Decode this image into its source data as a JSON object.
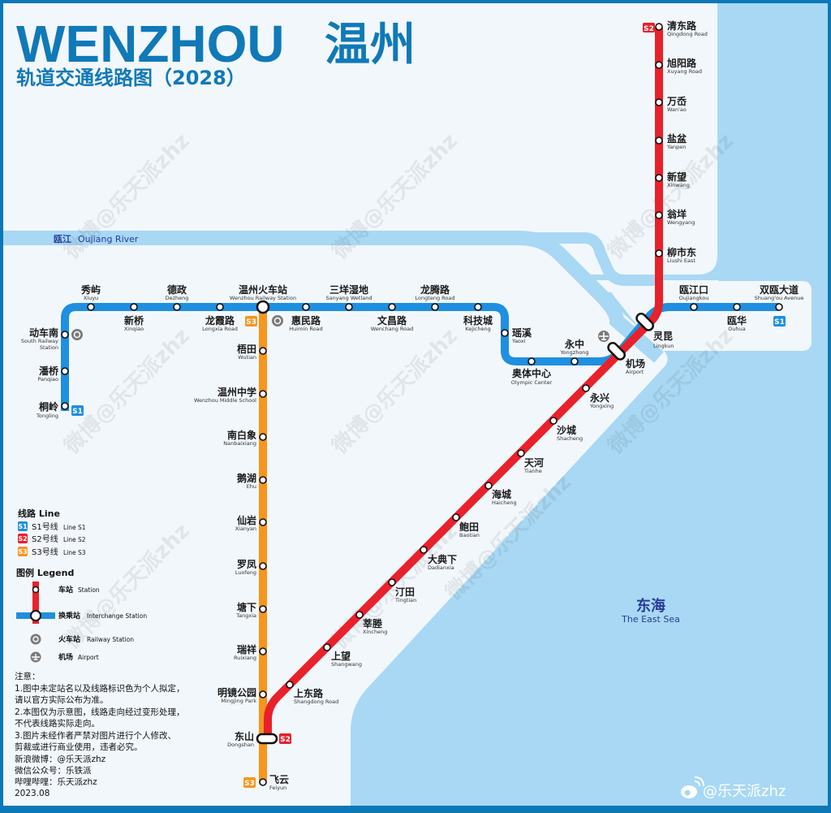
{
  "header": {
    "title_en": "WENZHOU",
    "title_cn": "温州",
    "subtitle": "轨道交通线路图（2028）"
  },
  "colors": {
    "frame": "#0c78b8",
    "land": "#f2f7fc",
    "water": "#a8d8f4",
    "title": "#1079b7",
    "line_s1": "#1f8fe0",
    "line_s2": "#e8212a",
    "line_s3": "#f7951d",
    "water_label": "#2b3a9a",
    "icon_gray": "#7a7a7a"
  },
  "geo": {
    "river": {
      "cn": "瓯江",
      "en": "Oujiang River"
    },
    "sea": {
      "cn": "东海",
      "en": "The East Sea"
    }
  },
  "lines": {
    "s1": {
      "badge": "S1",
      "stations": [
        {
          "cn": "桐岭",
          "en": "Tongling"
        },
        {
          "cn": "潘桥",
          "en": "Panqiao"
        },
        {
          "cn": "动车南",
          "en": "South Railway",
          "en2": "Station"
        },
        {
          "cn": "秀屿",
          "en": "Xiuyu"
        },
        {
          "cn": "新桥",
          "en": "Xinqiao"
        },
        {
          "cn": "德政",
          "en": "Dezheng"
        },
        {
          "cn": "龙霞路",
          "en": "Longxia Road"
        },
        {
          "cn": "温州火车站",
          "en": "Wenzhou Railway Station"
        },
        {
          "cn": "惠民路",
          "en": "Huimin Road"
        },
        {
          "cn": "三垟湿地",
          "en": "Sanyang Wetland"
        },
        {
          "cn": "文昌路",
          "en": "Wenchang Road"
        },
        {
          "cn": "龙腾路",
          "en": "Longteng Road"
        },
        {
          "cn": "科技城",
          "en": "Kejicheng"
        },
        {
          "cn": "瑶溪",
          "en": "Yaoxi"
        },
        {
          "cn": "奥体中心",
          "en": "Olympic Center"
        },
        {
          "cn": "永中",
          "en": "Yongzhong"
        },
        {
          "cn": "机场",
          "en": "Airport"
        },
        {
          "cn": "灵昆",
          "en": "Lingkun"
        },
        {
          "cn": "瓯江口",
          "en": "Oujiangkou"
        },
        {
          "cn": "瓯华",
          "en": "Ouhua"
        },
        {
          "cn": "双瓯大道",
          "en": "Shuang'ou Avenue"
        }
      ]
    },
    "s2": {
      "badge": "S2",
      "stations": [
        {
          "cn": "清东路",
          "en": "Qingdong Road"
        },
        {
          "cn": "旭阳路",
          "en": "Xuyang Road"
        },
        {
          "cn": "万岙",
          "en": "Wan'ao"
        },
        {
          "cn": "盐盆",
          "en": "Yanpen"
        },
        {
          "cn": "新望",
          "en": "Xinwang"
        },
        {
          "cn": "翁垟",
          "en": "Wengyang"
        },
        {
          "cn": "柳市东",
          "en": "Liushi East"
        },
        {
          "cn": "灵昆",
          "en": "Lingkun"
        },
        {
          "cn": "机场",
          "en": "Airport"
        },
        {
          "cn": "永兴",
          "en": "Yongxing"
        },
        {
          "cn": "沙城",
          "en": "Shacheng"
        },
        {
          "cn": "天河",
          "en": "Tianhe"
        },
        {
          "cn": "海城",
          "en": "Haicheng"
        },
        {
          "cn": "鲍田",
          "en": "Baotian"
        },
        {
          "cn": "大典下",
          "en": "Dadianxia"
        },
        {
          "cn": "汀田",
          "en": "Tingtian"
        },
        {
          "cn": "莘塍",
          "en": "Xincheng"
        },
        {
          "cn": "上望",
          "en": "Shangwang"
        },
        {
          "cn": "上东路",
          "en": "Shangdong Road"
        },
        {
          "cn": "东山",
          "en": "Dongshan"
        }
      ]
    },
    "s3": {
      "badge": "S3",
      "stations": [
        {
          "cn": "温州火车站",
          "en": "Wenzhou Railway Station"
        },
        {
          "cn": "梧田",
          "en": "Wutian"
        },
        {
          "cn": "温州中学",
          "en": "Wenzhou Middle School"
        },
        {
          "cn": "南白象",
          "en": "Nanbaixiang"
        },
        {
          "cn": "鹅湖",
          "en": "Ehu"
        },
        {
          "cn": "仙岩",
          "en": "Xianyan"
        },
        {
          "cn": "罗凤",
          "en": "Luofeng"
        },
        {
          "cn": "塘下",
          "en": "Tangxia"
        },
        {
          "cn": "瑞祥",
          "en": "Ruixiang"
        },
        {
          "cn": "明镜公园",
          "en": "Mingjing Park"
        },
        {
          "cn": "东山",
          "en": "Dongshan"
        },
        {
          "cn": "飞云",
          "en": "Feiyun"
        }
      ]
    }
  },
  "legend": {
    "lines_title": "线路 Line",
    "lines": [
      {
        "badge": "S1",
        "cn": "S1号线",
        "en": "Line S1"
      },
      {
        "badge": "S2",
        "cn": "S2号线",
        "en": "Line S2"
      },
      {
        "badge": "S3",
        "cn": "S3号线",
        "en": "Line S3"
      }
    ],
    "symbols_title": "图例 Legend",
    "symbols": [
      {
        "icon": "station-icon",
        "cn": "车站",
        "en": "Station"
      },
      {
        "icon": "interchange-icon",
        "cn": "换乘站",
        "en": "Interchange Station"
      },
      {
        "icon": "railway-station-icon",
        "cn": "火车站",
        "en": "Railway Station"
      },
      {
        "icon": "airport-icon",
        "cn": "机场",
        "en": "Airport"
      }
    ]
  },
  "notes": [
    "注意：",
    "1.图中未定站名以及线路标识色为个人拟定，",
    "请以官方实际公布为准。",
    "2.本图仅为示意图，线路走向经过变形处理，",
    "不代表线路实际走向。",
    "3.图片未经作者严禁对图片进行个人修改、",
    "剪裁或进行商业使用，违者必究。",
    "新浪微博：@乐天派zhz",
    "微信公众号：乐铁派",
    "哔哩哔哩：乐天派zhz",
    "2023.08"
  ],
  "watermark": {
    "text": "@乐天派zhz",
    "tile_text": "微博@乐天派zhz"
  }
}
